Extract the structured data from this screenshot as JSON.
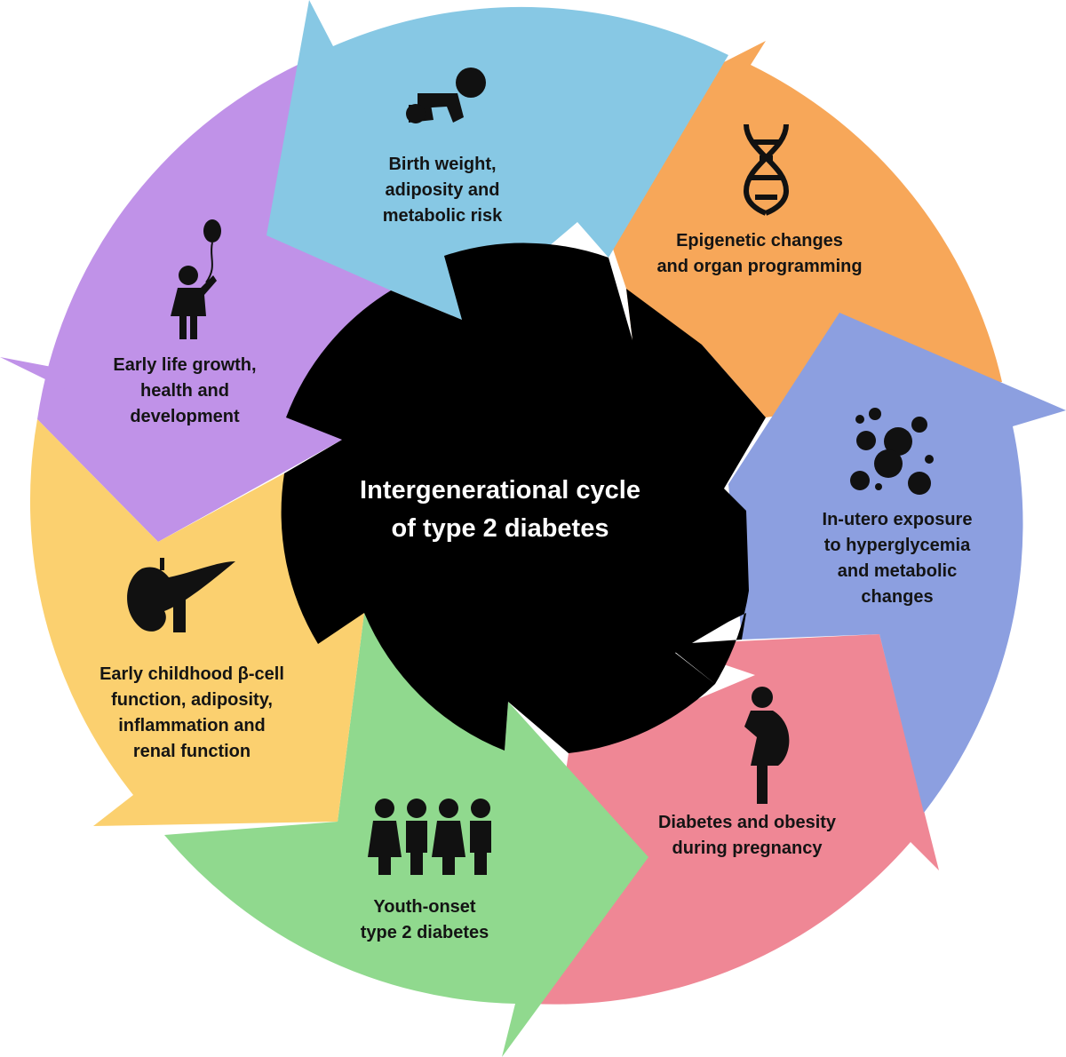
{
  "center": {
    "line1": "Intergenerational cycle",
    "line2": "of type 2 diabetes"
  },
  "segments": [
    {
      "id": "birth-weight",
      "icon": "crawling-baby-icon",
      "color": "#87c8e4",
      "lines": [
        "Birth weight,",
        "adiposity and",
        "metabolic risk"
      ]
    },
    {
      "id": "epigenetic",
      "icon": "dna-icon",
      "color": "#f7a759",
      "lines": [
        "Epigenetic changes",
        "and organ programming"
      ]
    },
    {
      "id": "in-utero",
      "icon": "molecules-icon",
      "color": "#8c9fe0",
      "lines": [
        "In-utero exposure",
        "to hyperglycemia",
        "and metabolic",
        "changes"
      ]
    },
    {
      "id": "pregnancy",
      "icon": "pregnant-woman-icon",
      "color": "#ef8795",
      "lines": [
        "Diabetes and obesity",
        "during pregnancy"
      ]
    },
    {
      "id": "youth-onset",
      "icon": "youth-group-icon",
      "color": "#90d98e",
      "lines": [
        "Youth-onset",
        "type 2 diabetes"
      ]
    },
    {
      "id": "early-childhood",
      "icon": "pancreas-icon",
      "color": "#fbd06f",
      "lines": [
        "Early childhood β-cell",
        "function, adiposity,",
        "inflammation and",
        "renal function"
      ]
    },
    {
      "id": "early-life",
      "icon": "child-with-balloon-icon",
      "color": "#c092e8",
      "lines": [
        "Early life growth,",
        "health and",
        "development"
      ]
    }
  ]
}
